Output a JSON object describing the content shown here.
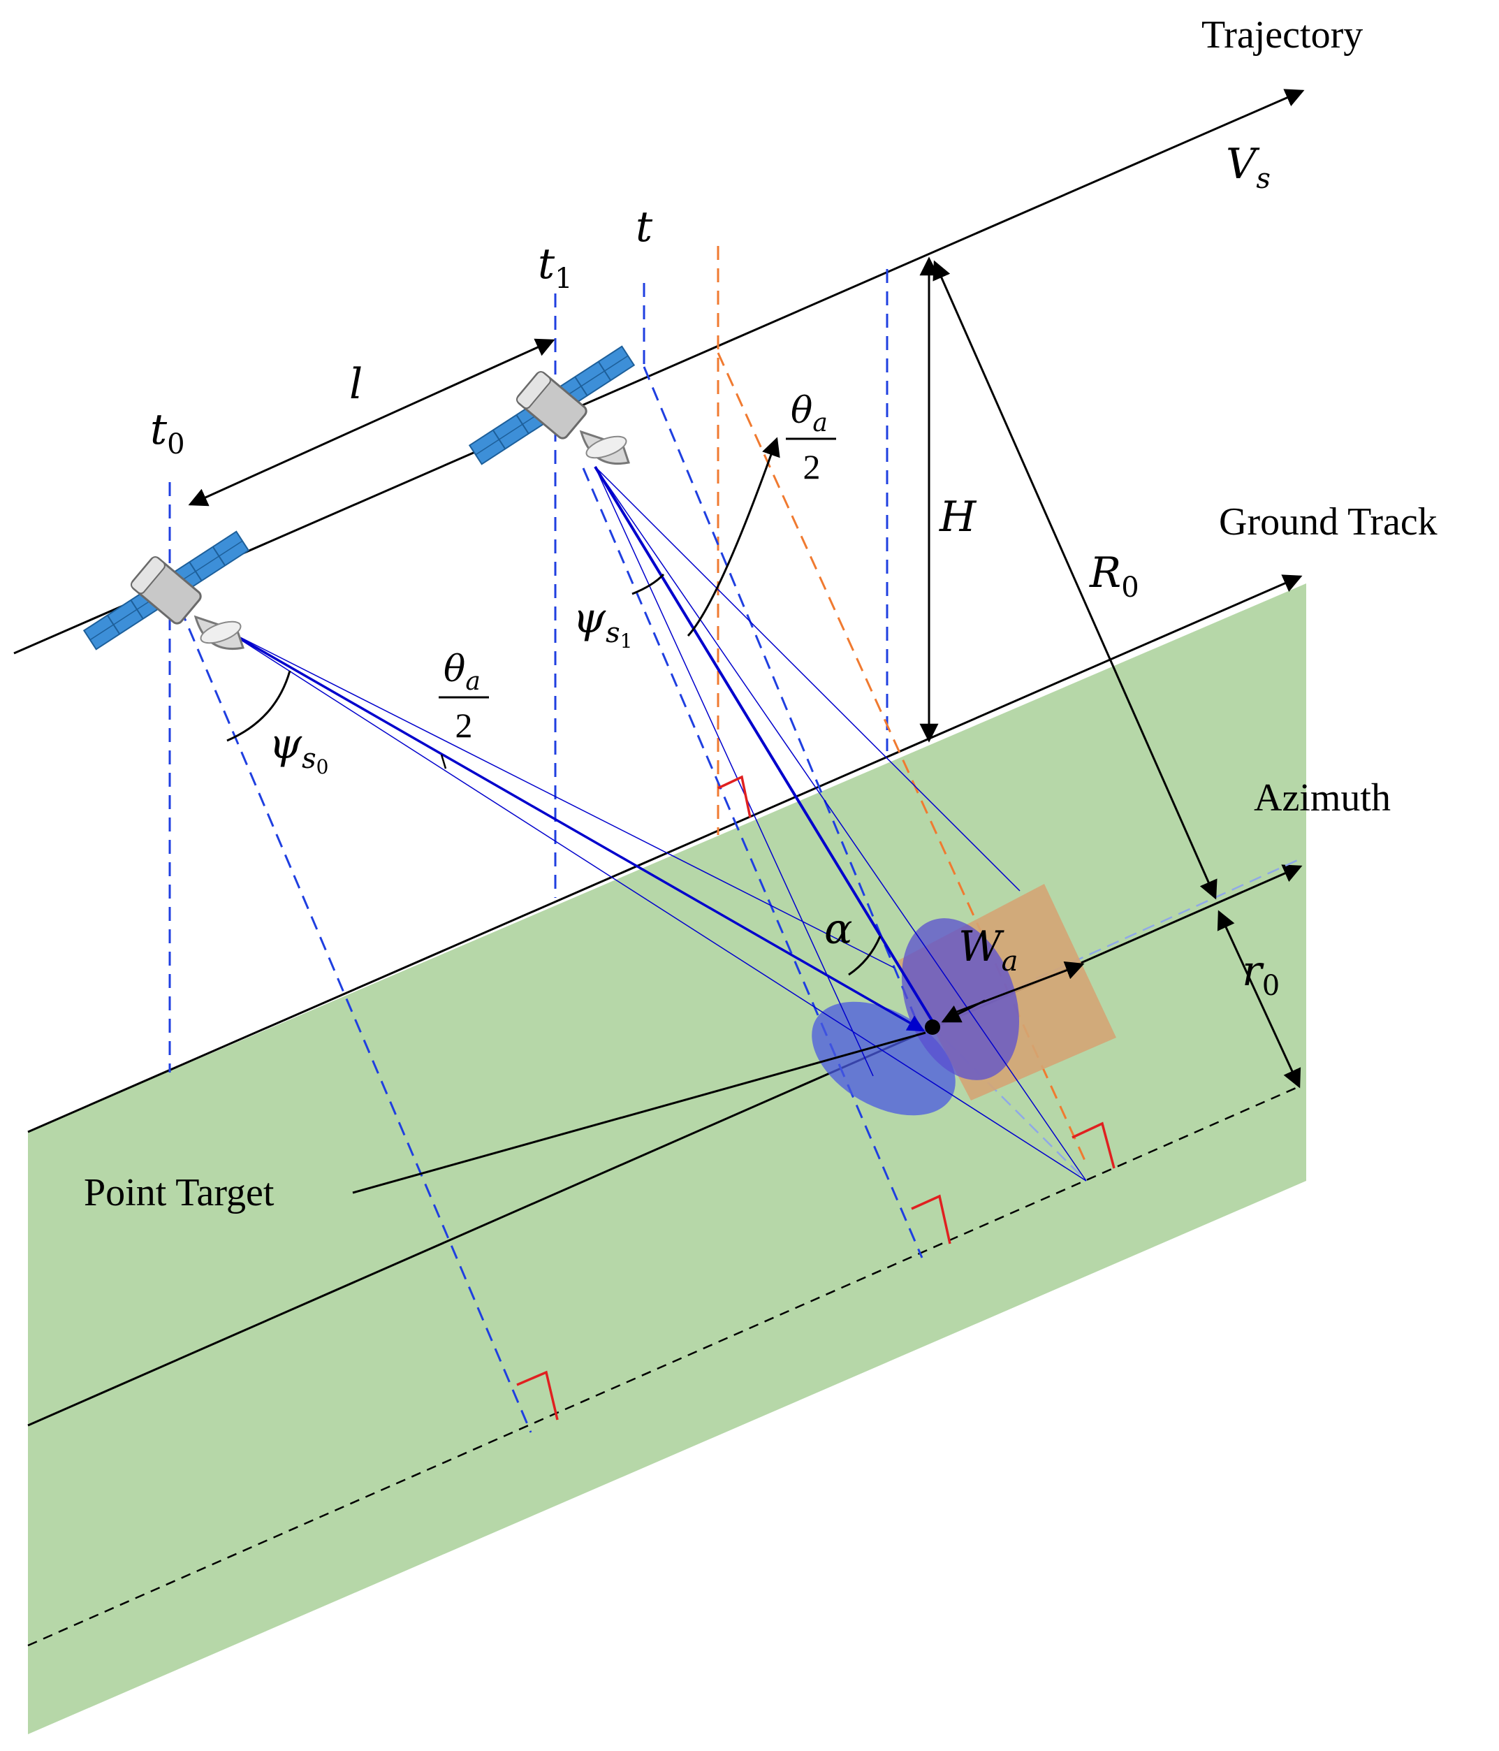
{
  "labels": {
    "trajectory": "Trajectory",
    "ground_track": "Ground Track",
    "azimuth": "Azimuth",
    "point_target": "Point Target"
  },
  "symbols": {
    "velocity": "V",
    "velocity_sub": "s",
    "t0": "t",
    "t0_sub": "0",
    "t1": "t",
    "t1_sub": "1",
    "t": "t",
    "l": "l",
    "H": "H",
    "R0": "R",
    "R0_sub": "0",
    "r0": "r",
    "r0_sub": "0",
    "theta": "θ",
    "theta_sub": "a",
    "two": "2",
    "psi": "ψ",
    "psi_s": "s",
    "psi0_sub": "0",
    "psi1_sub": "1",
    "alpha": "α",
    "W": "W",
    "W_sub": "a"
  },
  "colors": {
    "ground": "#b6d7a8",
    "beam": "#0000cc",
    "dashed_blue": "#1f3fe0",
    "dashed_orange": "#f07a30",
    "right_angle": "#e02020",
    "footprint_blue": "#5060e0",
    "footprint_box": "#d4a574",
    "panel": "#3d8fd8"
  },
  "icons": [
    "satellite-icon"
  ]
}
